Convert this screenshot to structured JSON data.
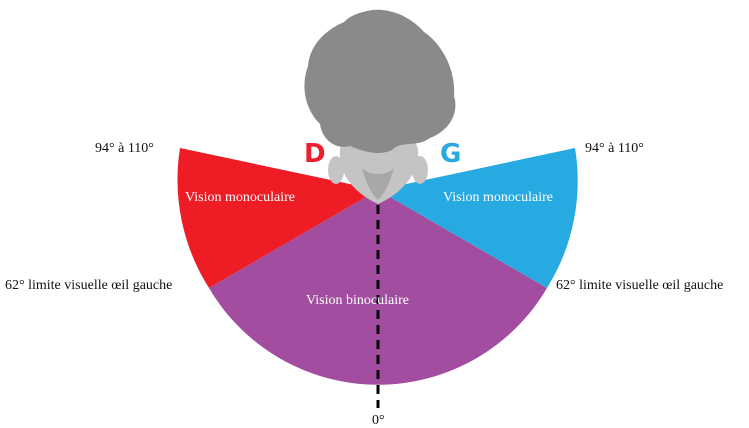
{
  "side_letters": {
    "right_eye": "D",
    "left_eye": "G"
  },
  "labels": {
    "left_angle_range": "94° à 110°",
    "right_angle_range": "94° à 110°",
    "left_monocular": "Vision monoculaire",
    "right_monocular": "Vision monoculaire",
    "binocular": "Vision binoculaire",
    "left_limit": "62° limite visuelle œil gauche",
    "right_limit": "62° limite visuelle œil gauche",
    "zero": "0°"
  },
  "colors": {
    "left_monocular": "#ee1c25",
    "right_monocular": "#27aae1",
    "binocular": "#a24d9f",
    "hair": "#8a8a8a",
    "face": "#c4c4c4",
    "face_shadow": "#a8a8a8",
    "letter_d": "#e8212c",
    "letter_g": "#28a9df",
    "centerline": "#000000",
    "text_on_color": "#ffffff",
    "text": "#111111"
  },
  "icons": {
    "head": "head-top-view-icon"
  }
}
